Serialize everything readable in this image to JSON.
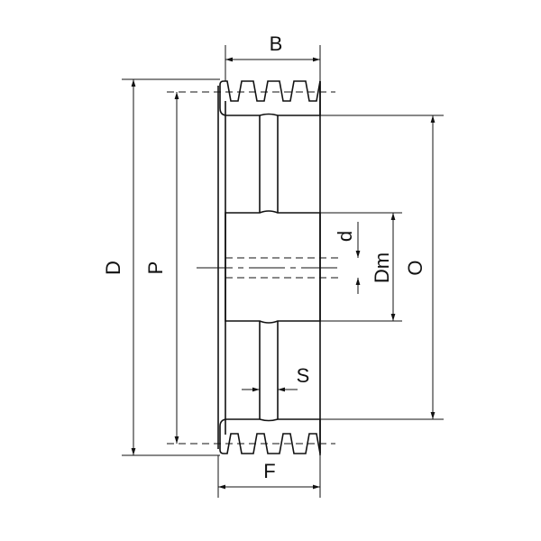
{
  "diagram": {
    "title": "Multi-groove V-belt pulley dimensions",
    "labels": {
      "B": "B",
      "D": "D",
      "P": "P",
      "O": "O",
      "Dm": "Dm",
      "d": "d",
      "S": "S",
      "F": "F"
    },
    "line_color": "#111111",
    "groove_count": 4
  }
}
